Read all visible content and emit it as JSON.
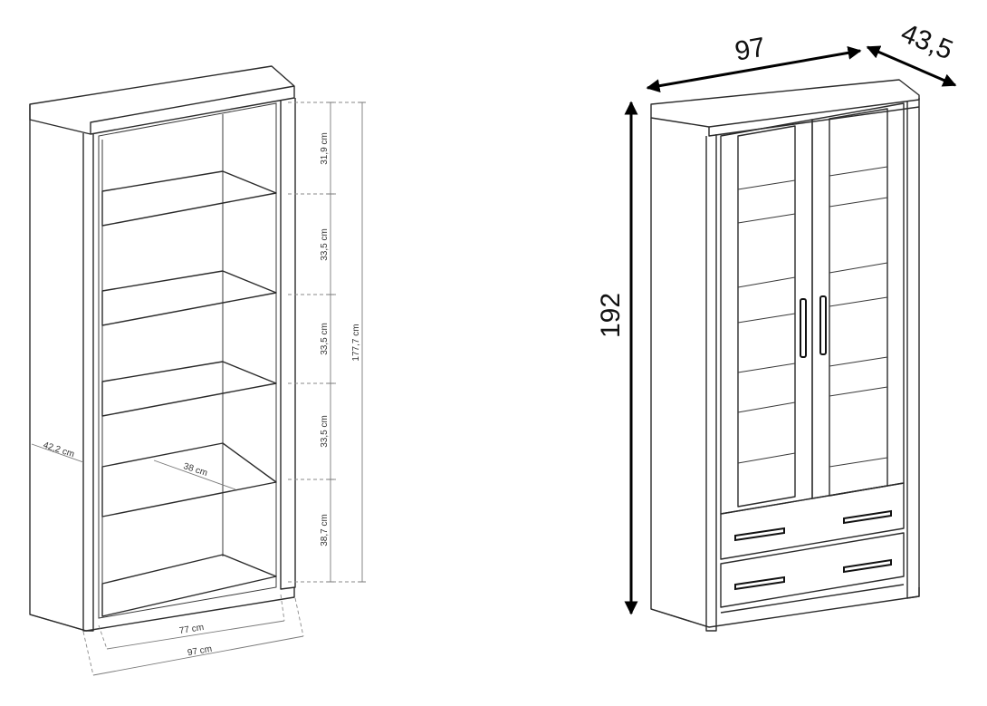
{
  "left_figure": {
    "heights": [
      "31,9 cm",
      "33,5 cm",
      "33,5 cm",
      "33,5 cm",
      "38,7 cm"
    ],
    "total_height": "177,7 cm",
    "depth": "42,2 cm",
    "shelf_depth": "38 cm",
    "inner_width": "77 cm",
    "outer_width": "97 cm"
  },
  "right_figure": {
    "width": "97",
    "depth": "43,5",
    "height": "192"
  },
  "colors": {
    "line": "#2b2b2b",
    "dimension": "#7a7a7a",
    "arrow": "#000000"
  }
}
